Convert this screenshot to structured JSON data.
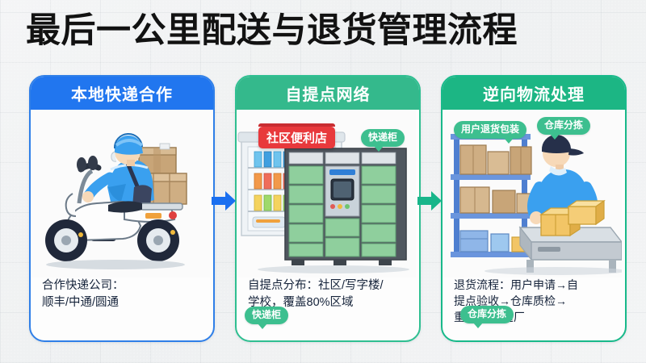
{
  "page": {
    "title": "最后一公里配送与退货管理流程",
    "background_color": "#f2f3f4"
  },
  "colors": {
    "blue": "#2176ef",
    "green": "#34b98c",
    "teal": "#1cb684",
    "pill_green": "#3dbf8f",
    "sign_red": "#e8393c",
    "title_text": "#121212",
    "caption_text": "#15233a"
  },
  "cards": [
    {
      "id": "local-courier-partnership",
      "header": "本地快递合作",
      "accent": "#2176ef",
      "caption_line1": "合作快递公司：",
      "caption_line2": "顺丰/中通/圆通",
      "illustration": "delivery-courier-on-scooter-with-boxes",
      "labels": []
    },
    {
      "id": "pickup-point-network",
      "header": "自提点网络",
      "accent": "#34b98c",
      "caption_line1": "自提点分布：社区/写字楼/",
      "caption_line2": "学校，覆盖80%区域",
      "illustration": "convenience-store-with-parcel-locker",
      "labels": [
        {
          "text": "社区便利店",
          "style": "red-sign"
        },
        {
          "text": "快递柜",
          "style": "green-pill-top"
        },
        {
          "text": "快递柜",
          "style": "green-pill-bottom"
        }
      ]
    },
    {
      "id": "reverse-logistics",
      "header": "逆向物流处理",
      "accent": "#1cb684",
      "caption_line1": "退货流程：用户申请→自",
      "caption_line2": "提点验收→仓库质检→",
      "caption_line3": "重新上架/返厂",
      "illustration": "warehouse-worker-sorting-return-boxes",
      "labels": [
        {
          "text": "用户退货包装",
          "style": "green-pill-top-left"
        },
        {
          "text": "仓库分拣",
          "style": "green-pill-top-right"
        },
        {
          "text": "仓库分拣",
          "style": "green-pill-bottom-left"
        }
      ]
    }
  ],
  "arrows": [
    {
      "id": "arrow-1-to-2",
      "color": "#1a6ff0",
      "direction": "right"
    },
    {
      "id": "arrow-2-to-3",
      "color": "#18b58a",
      "direction": "right"
    }
  ]
}
